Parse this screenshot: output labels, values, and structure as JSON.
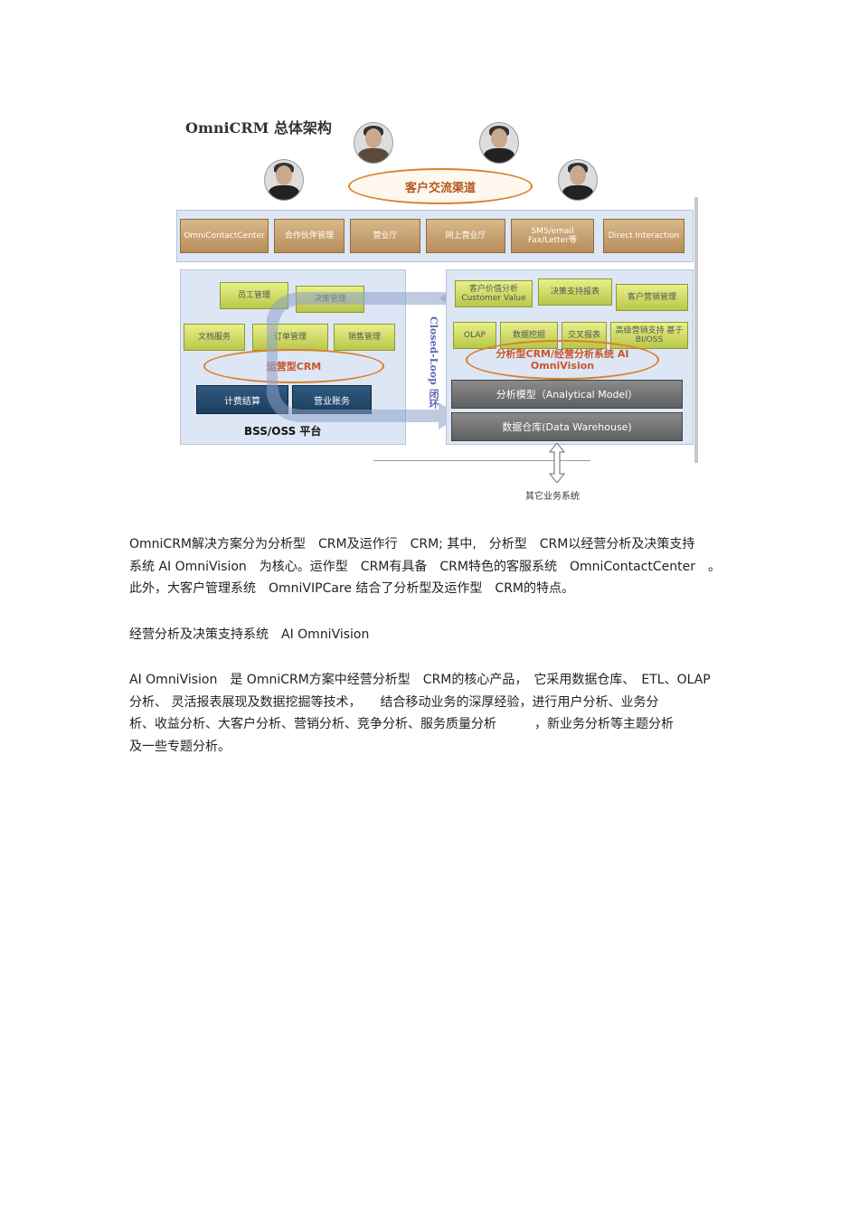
{
  "figure": {
    "title": "OmniCRM 总体架构",
    "channel_label": "客户交流渠道",
    "top_row": [
      "OmniContactCenter",
      "合作伙伴管理",
      "营业厅",
      "网上营业厅",
      "SMS/email Fax/Letter等",
      "Direct Interaction"
    ],
    "left_panel": {
      "green_boxes": [
        "员工管理",
        "决策管理",
        "文档服务",
        "订单管理",
        "销售管理"
      ],
      "ellipse_label": "运营型CRM",
      "dark_boxes": [
        "计费结算",
        "营业账务"
      ],
      "platform_label": "BSS/OSS 平台"
    },
    "loop_label": "Closed-Loop 闭环",
    "right_panel": {
      "green_boxes": [
        "客户价值分析 Customer Value",
        "决策支持报表",
        "客户营销管理",
        "OLAP",
        "数据挖掘",
        "交叉报表",
        "高级营销支持 基于BI/OSS"
      ],
      "ellipse_label": "分析型CRM/经营分析系统 AI OmniVision",
      "analytical_model": "分析模型（Analytical Model）",
      "data_warehouse": "数据仓库(Data Warehouse)"
    },
    "other_systems": "其它业务系统"
  },
  "paragraphs": {
    "p1": [
      "OmniCRM解决方案分为分析型　CRM及运作行　CRM; 其中,　分析型　CRM以经营分析及决策支持",
      "系统 AI OmniVision　为核心。运作型　CRM有具备　CRM特色的客服系统　OmniContactCenter　。",
      "此外，大客户管理系统　OmniVIPCare 结合了分析型及运作型　CRM的特点。"
    ],
    "p2": "经营分析及决策支持系统　AI OmniVision",
    "p3": [
      "AI OmniVision　是 OmniCRM方案中经营分析型　CRM的核心产品，　它采用数据仓库、　ETL、OLAP",
      "分析、 灵活报表展现及数据挖掘等技术，　　结合移动业务的深厚经验，进行用户分析、业务分",
      "析、收益分析、大客户分析、营销分析、竞争分析、服务质量分析　　　，新业务分析等主题分析",
      "及一些专题分析。"
    ]
  }
}
